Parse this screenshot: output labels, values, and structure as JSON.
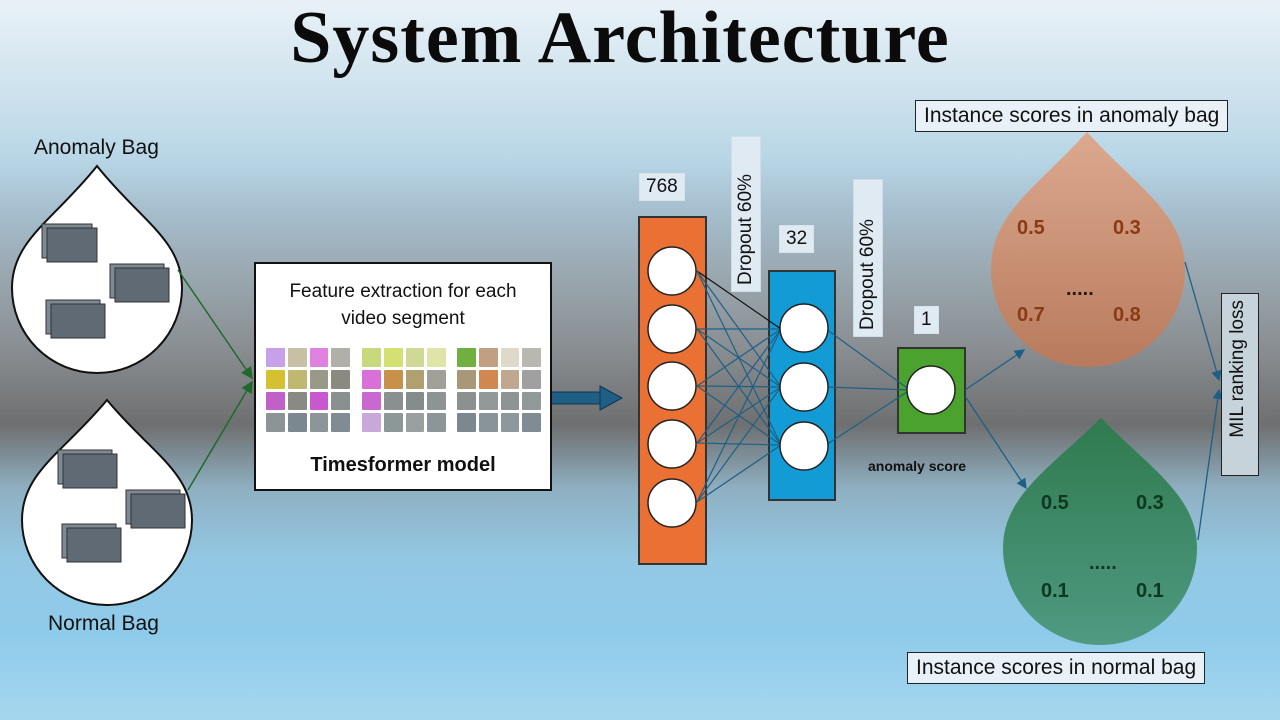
{
  "title": "System Architecture",
  "anomaly_bag_label": "Anomaly Bag",
  "normal_bag_label": "Normal Bag",
  "feature_box": {
    "line1": "Feature extraction for each",
    "line2": "video segment",
    "model_name": "Timesformer model"
  },
  "layers": {
    "input_size": "768",
    "dropout_1": "Dropout 60%",
    "hidden_size": "32",
    "dropout_2": "Dropout 60%",
    "output_size": "1",
    "output_caption": "anomaly score"
  },
  "anomaly_scores": {
    "label": "Instance scores in anomaly bag",
    "values": [
      "0.5",
      "0.3",
      ".....",
      "0.7",
      "0.8"
    ]
  },
  "normal_scores": {
    "label": "Instance scores in normal bag",
    "values": [
      "0.5",
      "0.3",
      ".....",
      "0.1",
      "0.1"
    ]
  },
  "loss_label": "MIL ranking loss",
  "colors": {
    "input_layer": "#ea7034",
    "hidden_layer": "#129bd4",
    "output_layer": "#4ca22f",
    "anomaly_drop": "#c98e6f",
    "normal_drop": "#3d8a63",
    "arrow": "#1f5f85"
  }
}
